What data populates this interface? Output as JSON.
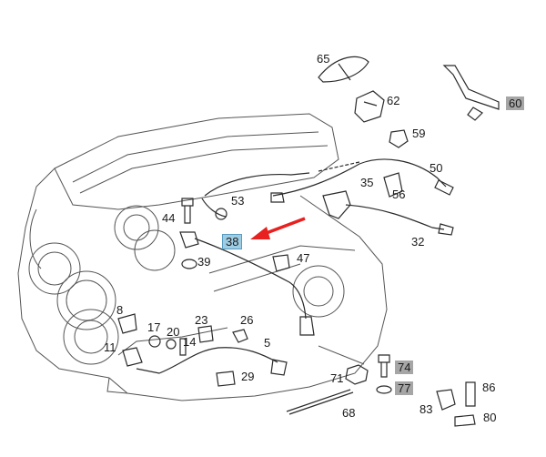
{
  "callouts": [
    {
      "id": "c65",
      "text": "65"
    },
    {
      "id": "c62",
      "text": "62"
    },
    {
      "id": "c60",
      "text": "60",
      "highlight": "gray"
    },
    {
      "id": "c59",
      "text": "59"
    },
    {
      "id": "c50",
      "text": "50"
    },
    {
      "id": "c35",
      "text": "35"
    },
    {
      "id": "c56",
      "text": "56"
    },
    {
      "id": "c53",
      "text": "53"
    },
    {
      "id": "c44",
      "text": "44"
    },
    {
      "id": "c38",
      "text": "38",
      "highlight": "blue"
    },
    {
      "id": "c32",
      "text": "32"
    },
    {
      "id": "c47",
      "text": "47"
    },
    {
      "id": "c39",
      "text": "39"
    },
    {
      "id": "c8",
      "text": "8"
    },
    {
      "id": "c17",
      "text": "17"
    },
    {
      "id": "c20",
      "text": "20"
    },
    {
      "id": "c23",
      "text": "23"
    },
    {
      "id": "c26",
      "text": "26"
    },
    {
      "id": "c14",
      "text": "14"
    },
    {
      "id": "c5",
      "text": "5"
    },
    {
      "id": "c11",
      "text": "11"
    },
    {
      "id": "c29",
      "text": "29"
    },
    {
      "id": "c71",
      "text": "71"
    },
    {
      "id": "c74",
      "text": "74",
      "highlight": "gray"
    },
    {
      "id": "c77",
      "text": "77",
      "highlight": "gray"
    },
    {
      "id": "c86",
      "text": "86"
    },
    {
      "id": "c83",
      "text": "83"
    },
    {
      "id": "c80",
      "text": "80"
    },
    {
      "id": "c68",
      "text": "68"
    }
  ],
  "colors": {
    "line": "#2a2a2a",
    "engine": "#555555",
    "arrow": "#e8201f",
    "highlight_gray": "#a6a6a6",
    "highlight_blue": "#9ecce3"
  }
}
